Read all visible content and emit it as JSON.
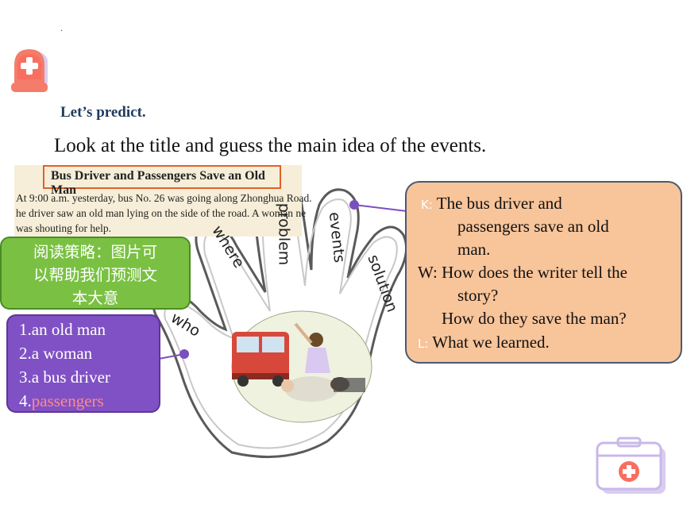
{
  "page": {
    "dot": ".",
    "section_title": "Let’s predict.",
    "instruction": "Look at the title and guess the main idea of the events."
  },
  "article": {
    "title": "Bus Driver and Passengers Save an Old Man",
    "lines": [
      "At 9:00 a.m. yesterday, bus No. 26 was going along Zhonghua Road.",
      "he driver saw an old man lying on the side of the road. A woman ne",
      "was shouting for help."
    ]
  },
  "hand": {
    "fingers": [
      "who",
      "where",
      "problem",
      "events",
      "solution"
    ]
  },
  "strategy": {
    "lines": [
      "阅读策略：图片可",
      "以帮助我们预测文",
      "本大意"
    ]
  },
  "who_box": {
    "items": [
      "1.an old man",
      "2.a woman",
      "3.a bus driver"
    ],
    "item4_prefix": "4.",
    "item4_word": "passengers"
  },
  "kwl": {
    "k_letter": "K:",
    "k_line1": "The bus driver and",
    "k_line2": "passengers save an old",
    "k_line3": "man.",
    "w_line1": "W: How does the writer  tell the",
    "w_line2": "story?",
    "w_line3": "How do they save the man?",
    "l_letter": "L:",
    "l_line": "What we learned."
  },
  "colors": {
    "accent_red": "#f0584a",
    "green_box": "#7ac143",
    "purple_box": "#8051c4",
    "orange_box": "#f8c49a",
    "connector": "#7a50c0"
  },
  "icons": {
    "top": "medical-badge-icon",
    "bottom": "first-aid-kit-icon"
  }
}
